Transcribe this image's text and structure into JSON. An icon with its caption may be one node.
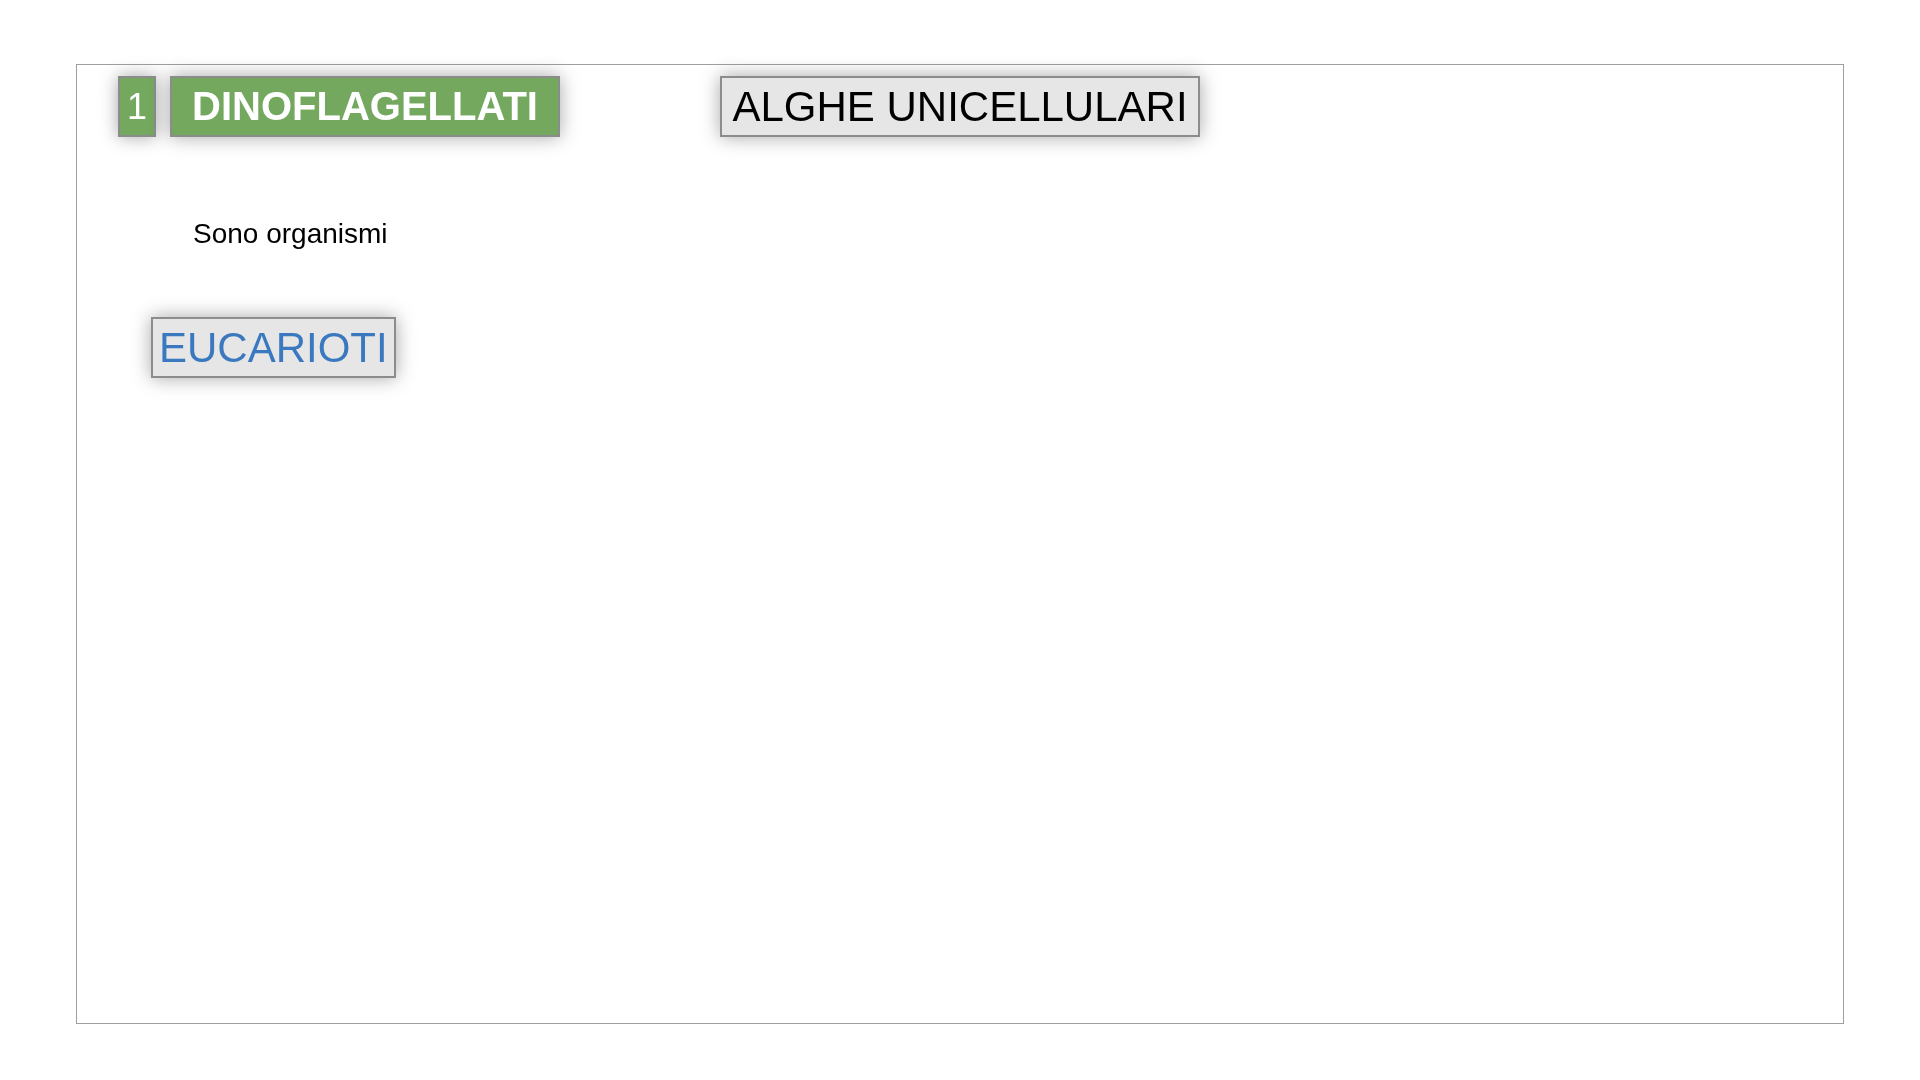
{
  "diagram": {
    "nodes": [
      {
        "text": [
          "1"
        ]
      },
      {
        "text": [
          "DINOFLAGELLATI"
        ]
      },
      {
        "text": [
          "ALGHE UNICELLULARI"
        ]
      },
      {
        "text": [
          "EUCARIOTI"
        ]
      }
    ],
    "labels": [
      "Sono organismi"
    ]
  }
}
